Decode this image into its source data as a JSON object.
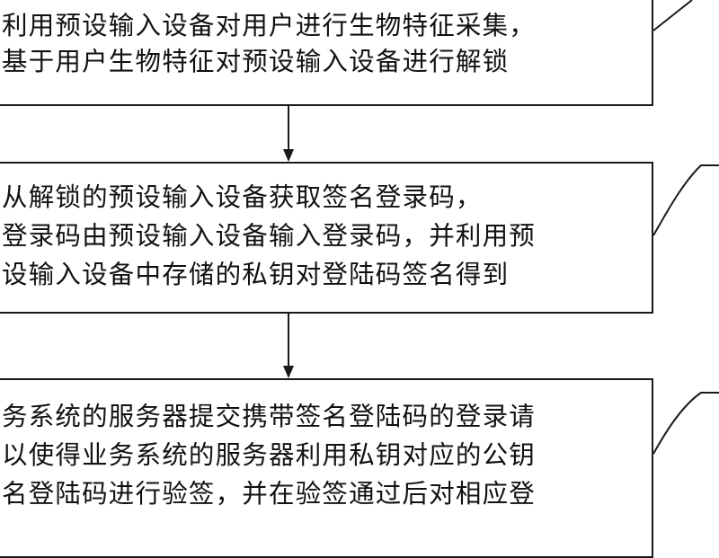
{
  "colors": {
    "stroke": "#1a1a1a",
    "background": "#ffffff",
    "text": "#111111"
  },
  "steps": [
    {
      "lines": [
        "利用预设输入设备对用户进行生物特征采集，",
        "基于用户生物特征对预设输入设备进行解锁"
      ]
    },
    {
      "lines": [
        "从解锁的预设输入设备获取签名登录码，",
        "登录码由预设输入设备输入登录码，并利用预",
        "设输入设备中存储的私钥对登陆码签名得到"
      ]
    },
    {
      "lines": [
        "务系统的服务器提交携带签名登陆码的登录请",
        "以使得业务系统的服务器利用私钥对应的公钥",
        "名登陆码进行验签，并在验签通过后对相应登"
      ]
    }
  ]
}
